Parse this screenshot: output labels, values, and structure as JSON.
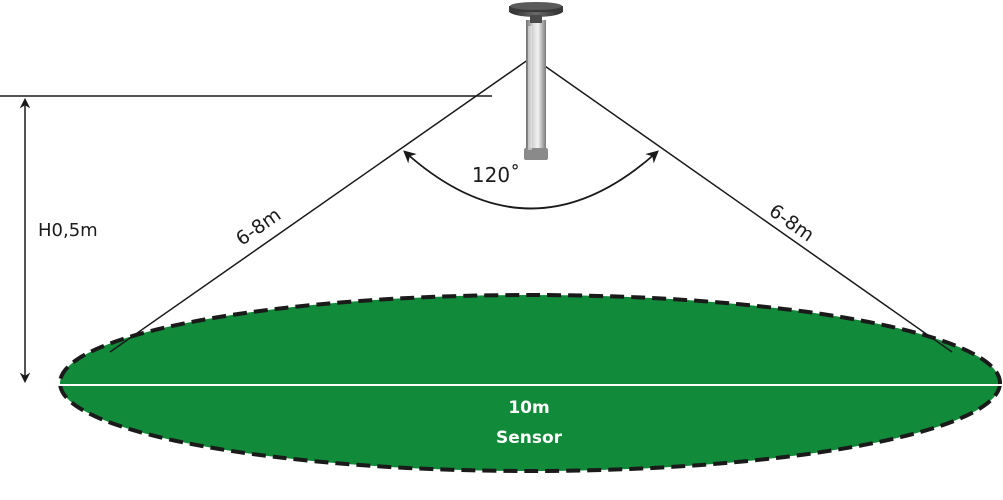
{
  "labels": {
    "angle": "120˚",
    "height": "H0,5m",
    "range_left": "6-8m",
    "range_right": "6-8m",
    "diameter": "10m",
    "zone": "Sensor"
  },
  "colors": {
    "zone_fill": "#118a3a",
    "zone_outline": "#1a1a1a",
    "line": "#1a1a1a",
    "text_on_zone": "#ffffff",
    "lamp_metal": "#9a9a9a",
    "lamp_cap": "#3a3a3a"
  },
  "icons": {
    "lamp": "bollard-lamp-icon"
  }
}
